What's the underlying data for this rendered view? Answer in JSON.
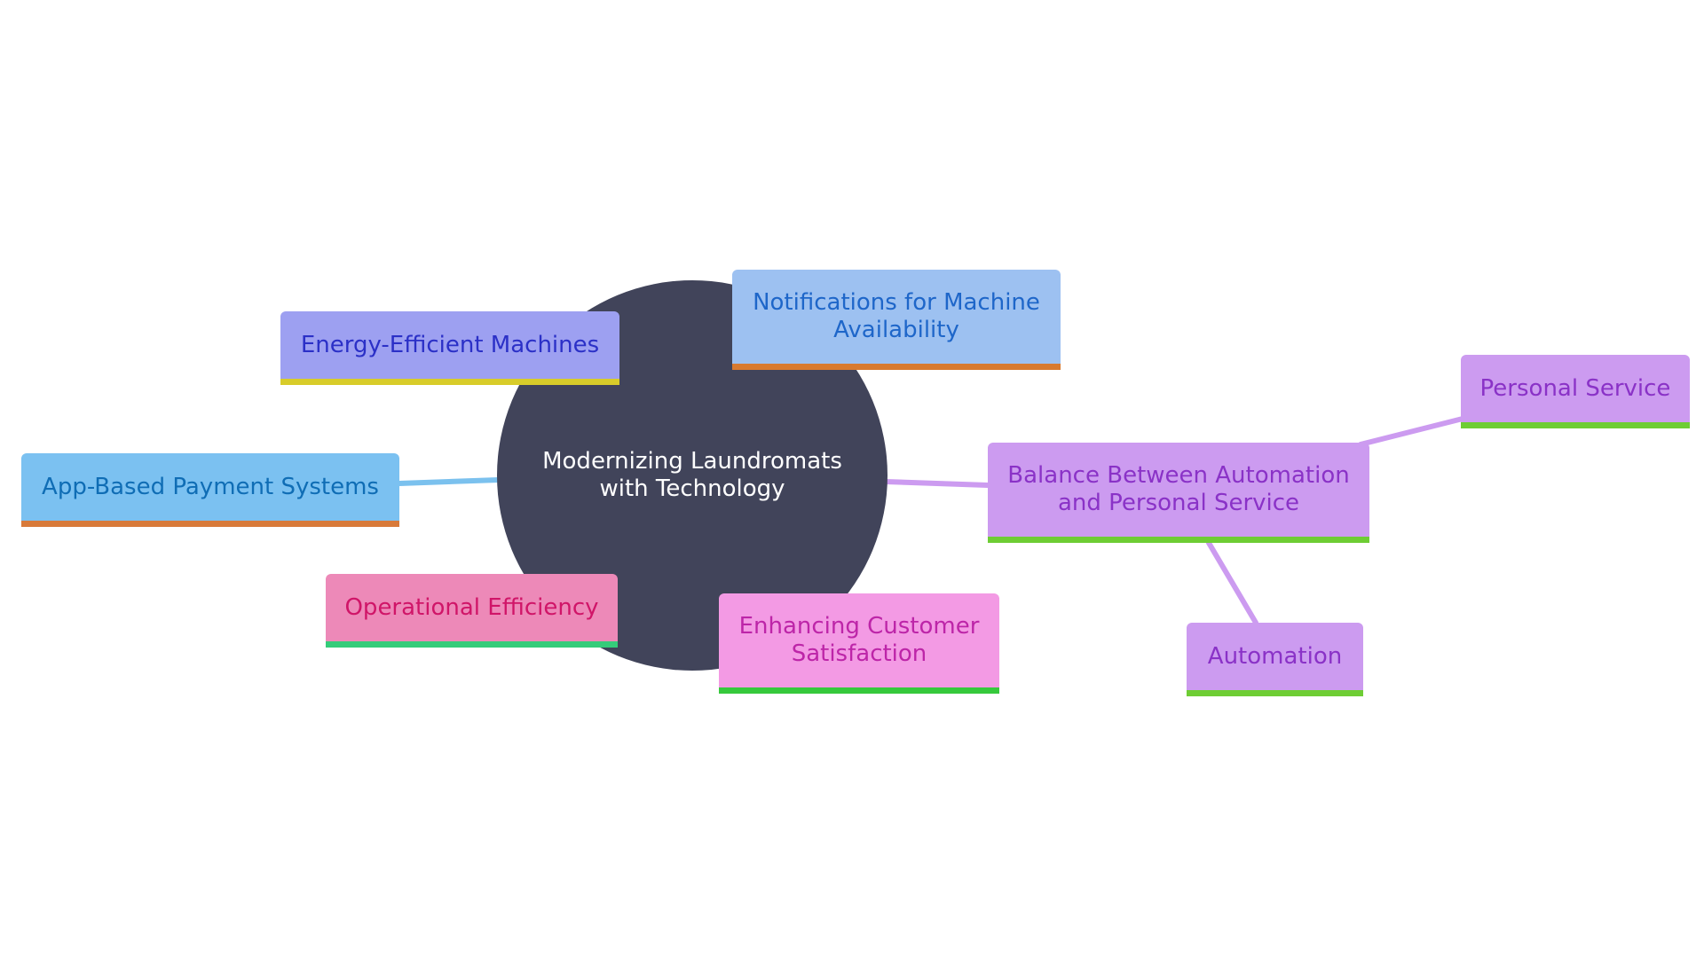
{
  "diagram": {
    "center": {
      "label": "Modernizing Laundromats with Technology",
      "color": "#41445a"
    },
    "nodes": [
      {
        "id": "energy",
        "label": "Energy-Efficient Machines",
        "fill": "#9da0f1",
        "text_color": "#2b30c7",
        "accent": "#d8cc2a"
      },
      {
        "id": "notif",
        "label": "Notifications for Machine Availability",
        "fill": "#9dc1f1",
        "text_color": "#1e66c9",
        "accent": "#d87a2f"
      },
      {
        "id": "app",
        "label": "App-Based Payment Systems",
        "fill": "#7bc1f1",
        "text_color": "#0f6db5",
        "accent": "#d87a3a"
      },
      {
        "id": "opeff",
        "label": "Operational Efficiency",
        "fill": "#ed89b8",
        "text_color": "#d01568",
        "accent": "#35cc7a"
      },
      {
        "id": "enh",
        "label": "Enhancing Customer Satisfaction",
        "fill": "#f39ae4",
        "text_color": "#bd25a8",
        "accent": "#36c93c"
      },
      {
        "id": "balance",
        "label": "Balance Between Automation and Personal Service",
        "fill": "#cc9bf0",
        "text_color": "#8a32c7",
        "accent": "#6ecd34"
      },
      {
        "id": "personal",
        "label": "Personal Service",
        "fill": "#cc9bf0",
        "text_color": "#8a32c7",
        "accent": "#6ecd34"
      },
      {
        "id": "auto",
        "label": "Automation",
        "fill": "#cc9bf0",
        "text_color": "#8a32c7",
        "accent": "#6ecd34"
      }
    ],
    "edges": [
      {
        "from": "center",
        "to": "app",
        "color": "#7bc1ee"
      },
      {
        "from": "center",
        "to": "balance",
        "color": "#cc9bf0"
      },
      {
        "from": "balance",
        "to": "personal",
        "color": "#cc9bf0"
      },
      {
        "from": "balance",
        "to": "auto",
        "color": "#cc9bf0"
      }
    ]
  }
}
